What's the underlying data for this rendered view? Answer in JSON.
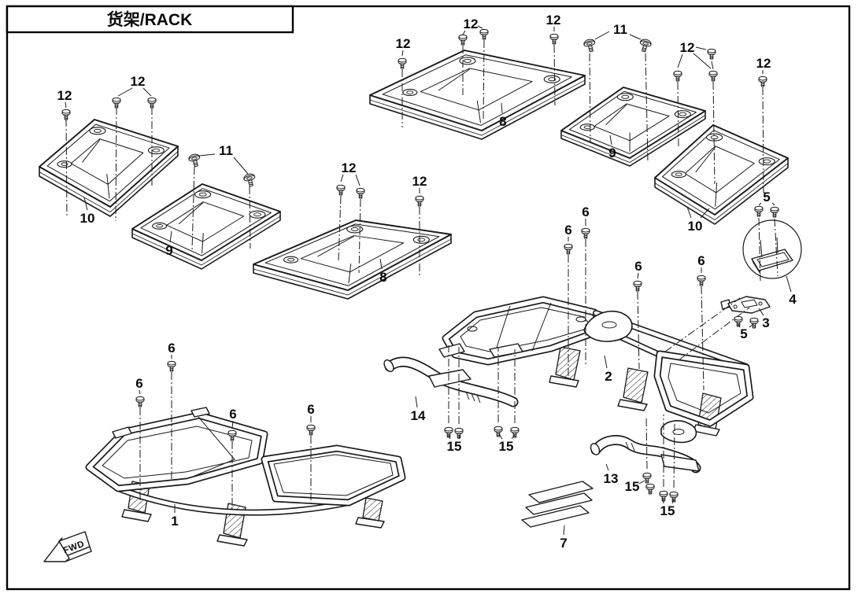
{
  "title": "货架/RACK",
  "fwd_label": "FWD",
  "callouts": [
    "12",
    "12",
    "10",
    "11",
    "9",
    "12",
    "12",
    "8",
    "12",
    "12",
    "8",
    "12",
    "11",
    "12",
    "12",
    "9",
    "10",
    "5",
    "4",
    "3",
    "5",
    "6",
    "6",
    "6",
    "6",
    "2",
    "6",
    "6",
    "6",
    "6",
    "1",
    "14",
    "15",
    "15",
    "13",
    "15",
    "15",
    "7"
  ]
}
